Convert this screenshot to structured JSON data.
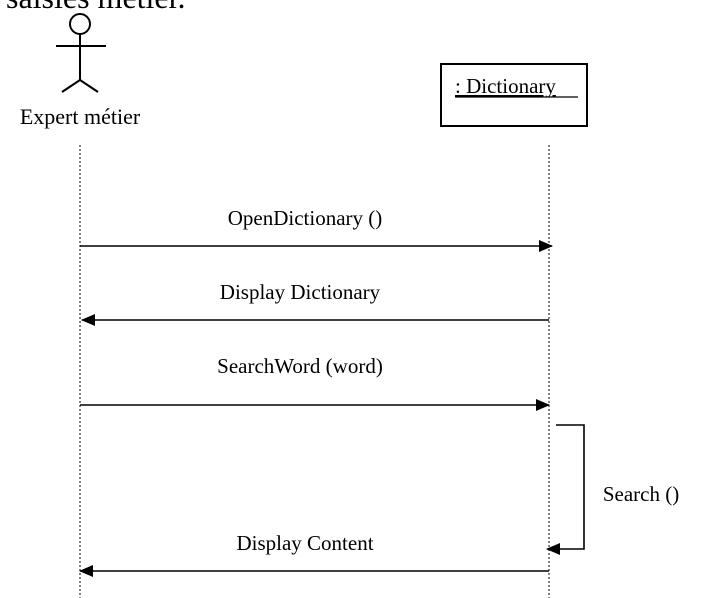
{
  "header_fragment": "saisies métier.",
  "actor": {
    "name": "Expert métier"
  },
  "object": {
    "name": ": Dictionary"
  },
  "messages": [
    {
      "label": "OpenDictionary ()",
      "direction": "right"
    },
    {
      "label": "Display Dictionary",
      "direction": "left"
    },
    {
      "label": "SearchWord (word)",
      "direction": "right"
    },
    {
      "label": "Search ()",
      "direction": "self"
    },
    {
      "label": "Display Content",
      "direction": "left"
    }
  ]
}
